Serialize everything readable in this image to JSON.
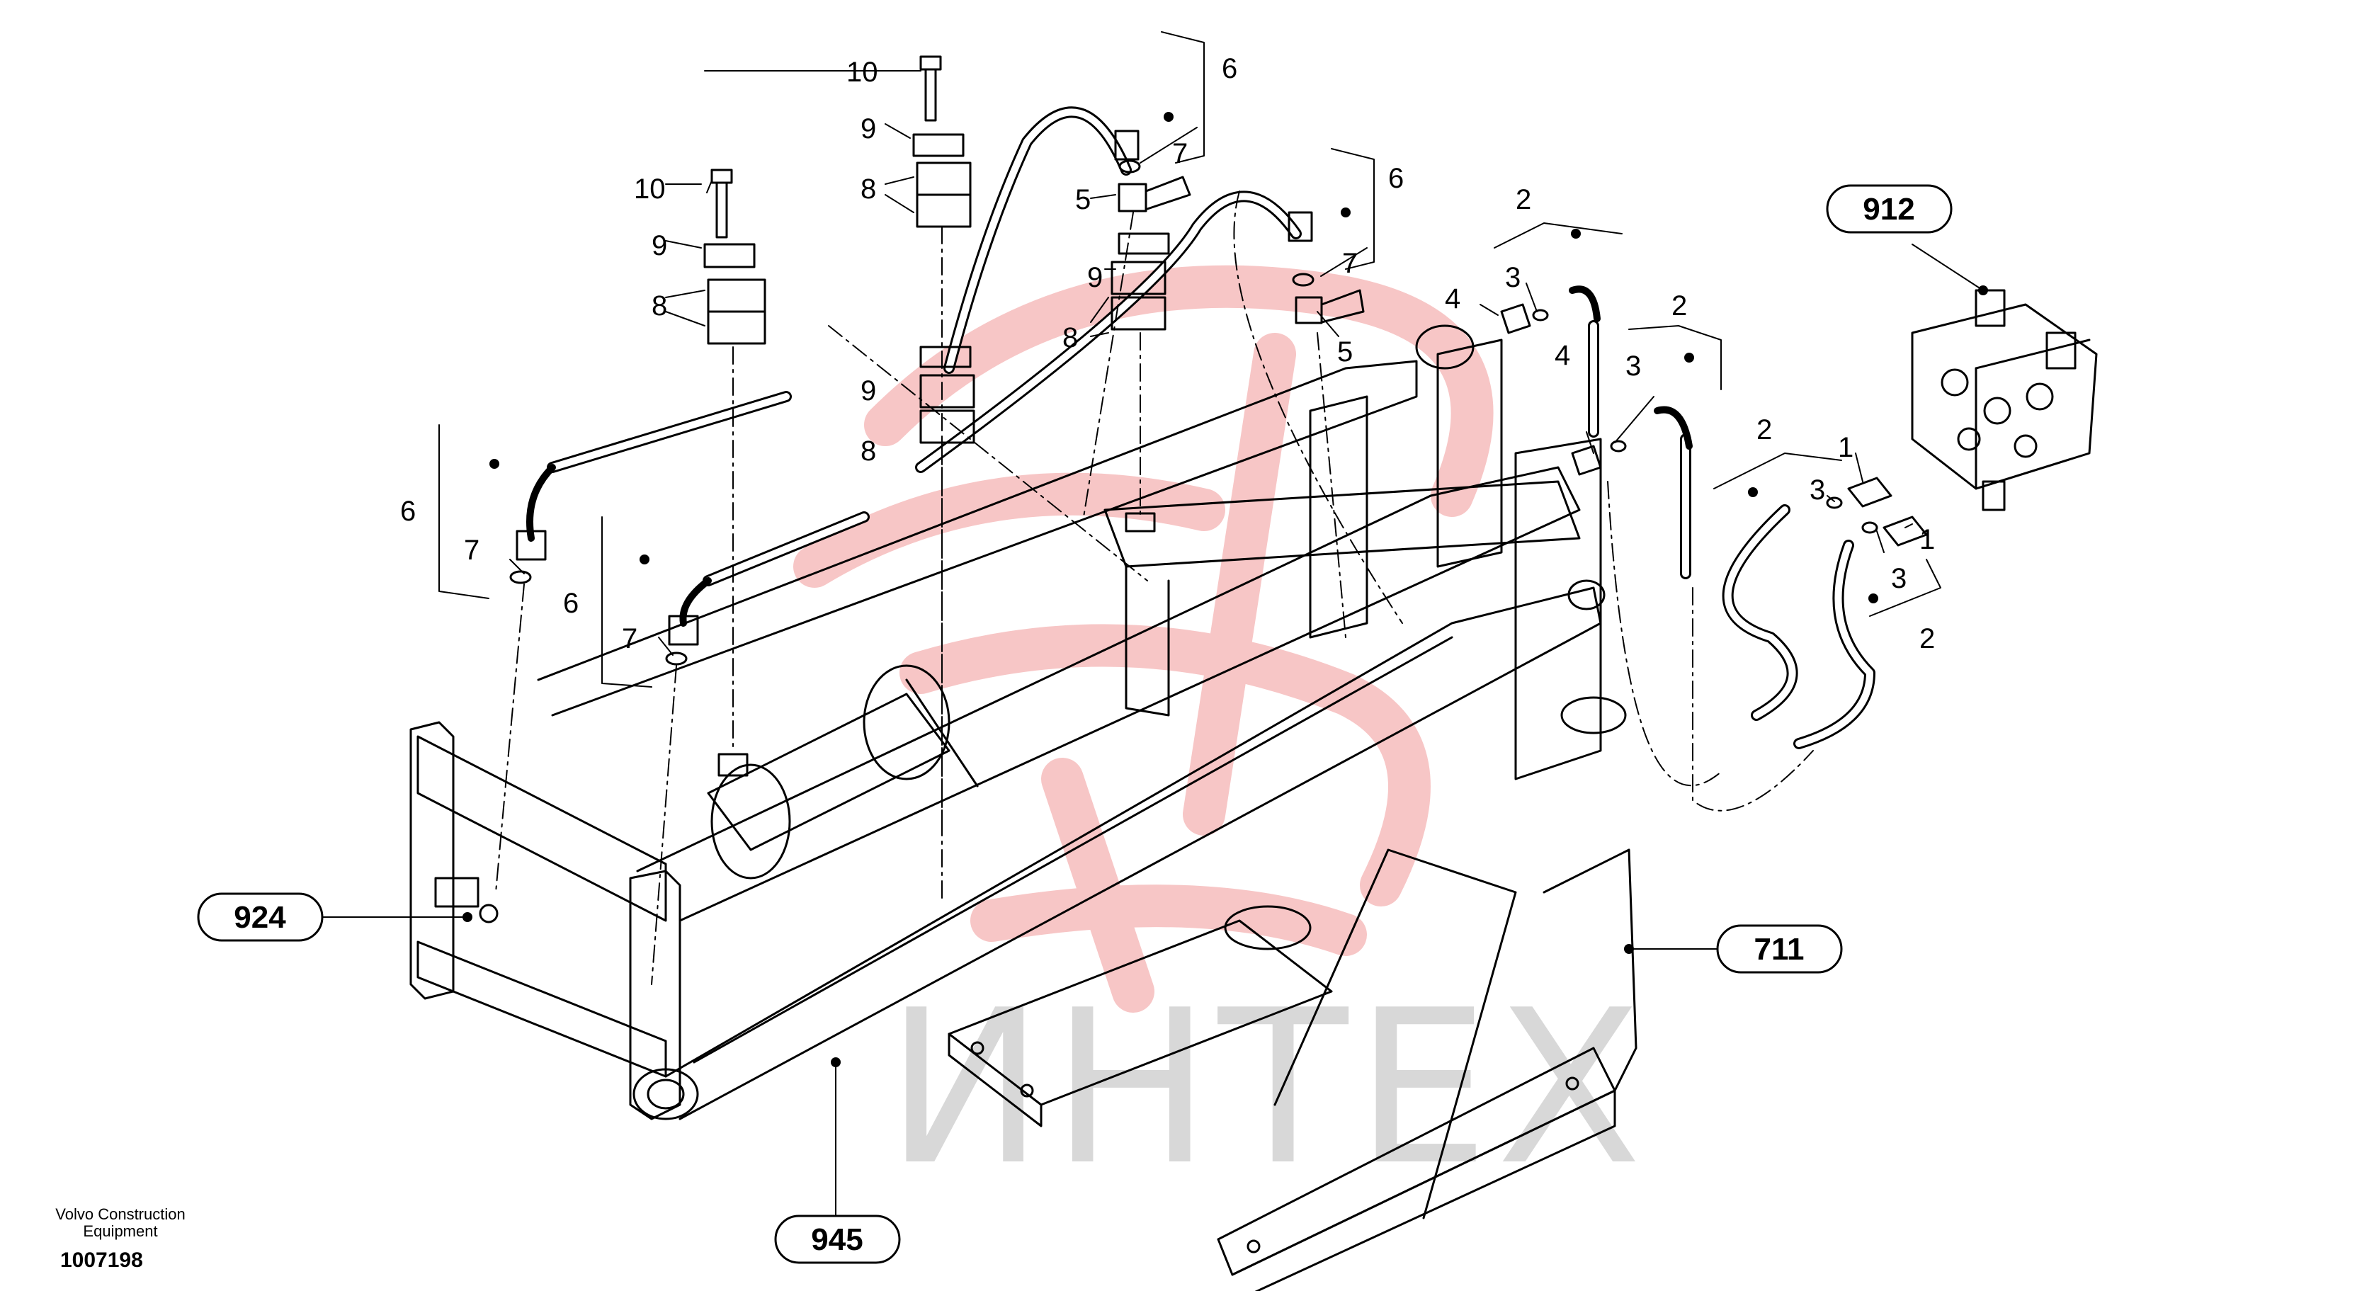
{
  "watermark": "ИНТЕХ",
  "footer": {
    "company_line1": "Volvo Construction",
    "company_line2": "Equipment",
    "drawing_number": "1007198"
  },
  "callouts": {
    "c912": "912",
    "c924": "924",
    "c711": "711",
    "c945": "945"
  },
  "parts": {
    "p1": "1",
    "p2": "2",
    "p3": "3",
    "p4": "4",
    "p5": "5",
    "p6": "6",
    "p7": "7",
    "p8": "8",
    "p9": "9",
    "p10": "10"
  },
  "colors": {
    "line": "#000000",
    "watermark_red": "#f7c6c6",
    "watermark_gray": "#d8d8d8"
  }
}
